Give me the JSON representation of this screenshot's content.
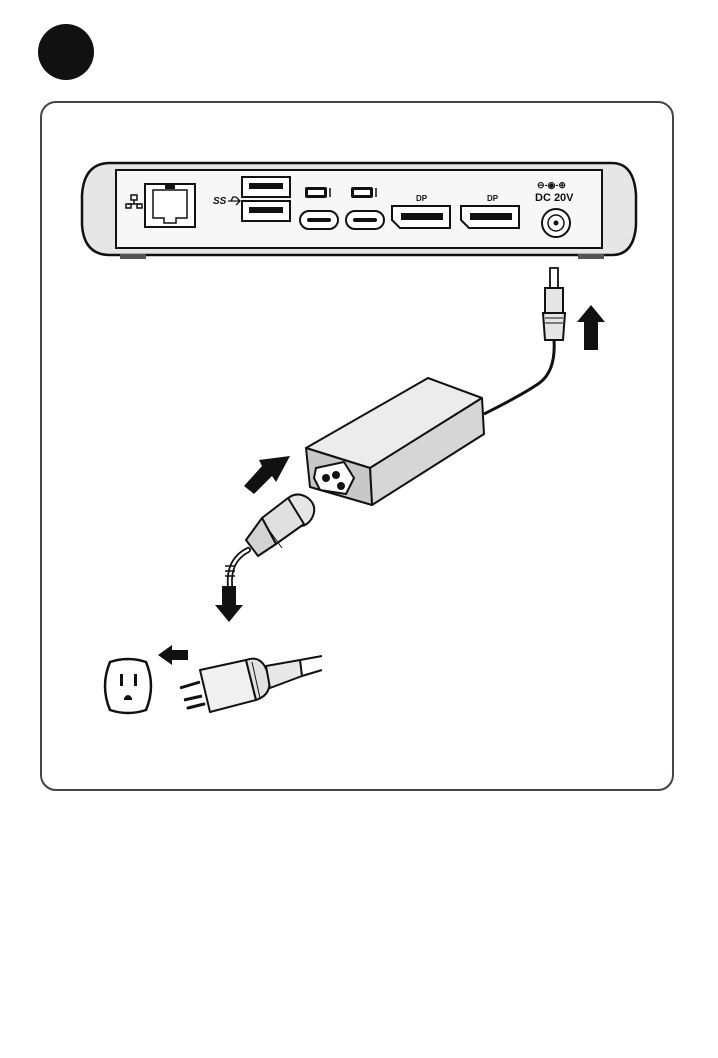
{
  "ports": {
    "ss_label": "SS",
    "dp1_label": "DP",
    "dp2_label": "DP",
    "dc_label": "DC 20V",
    "polarity_label": "⊖-◉-⊕"
  },
  "colors": {
    "ink": "#111111",
    "device_gray": "#d9d9d9",
    "adapter_gray": "#d4d4d4",
    "outlet_white": "#ffffff"
  },
  "icons": [
    "ethernet-icon",
    "usb-superspeed-icon",
    "thunderbolt-icon",
    "arrow-up-icon",
    "arrow-down-icon",
    "arrow-left-icon",
    "arrow-right-icon"
  ]
}
